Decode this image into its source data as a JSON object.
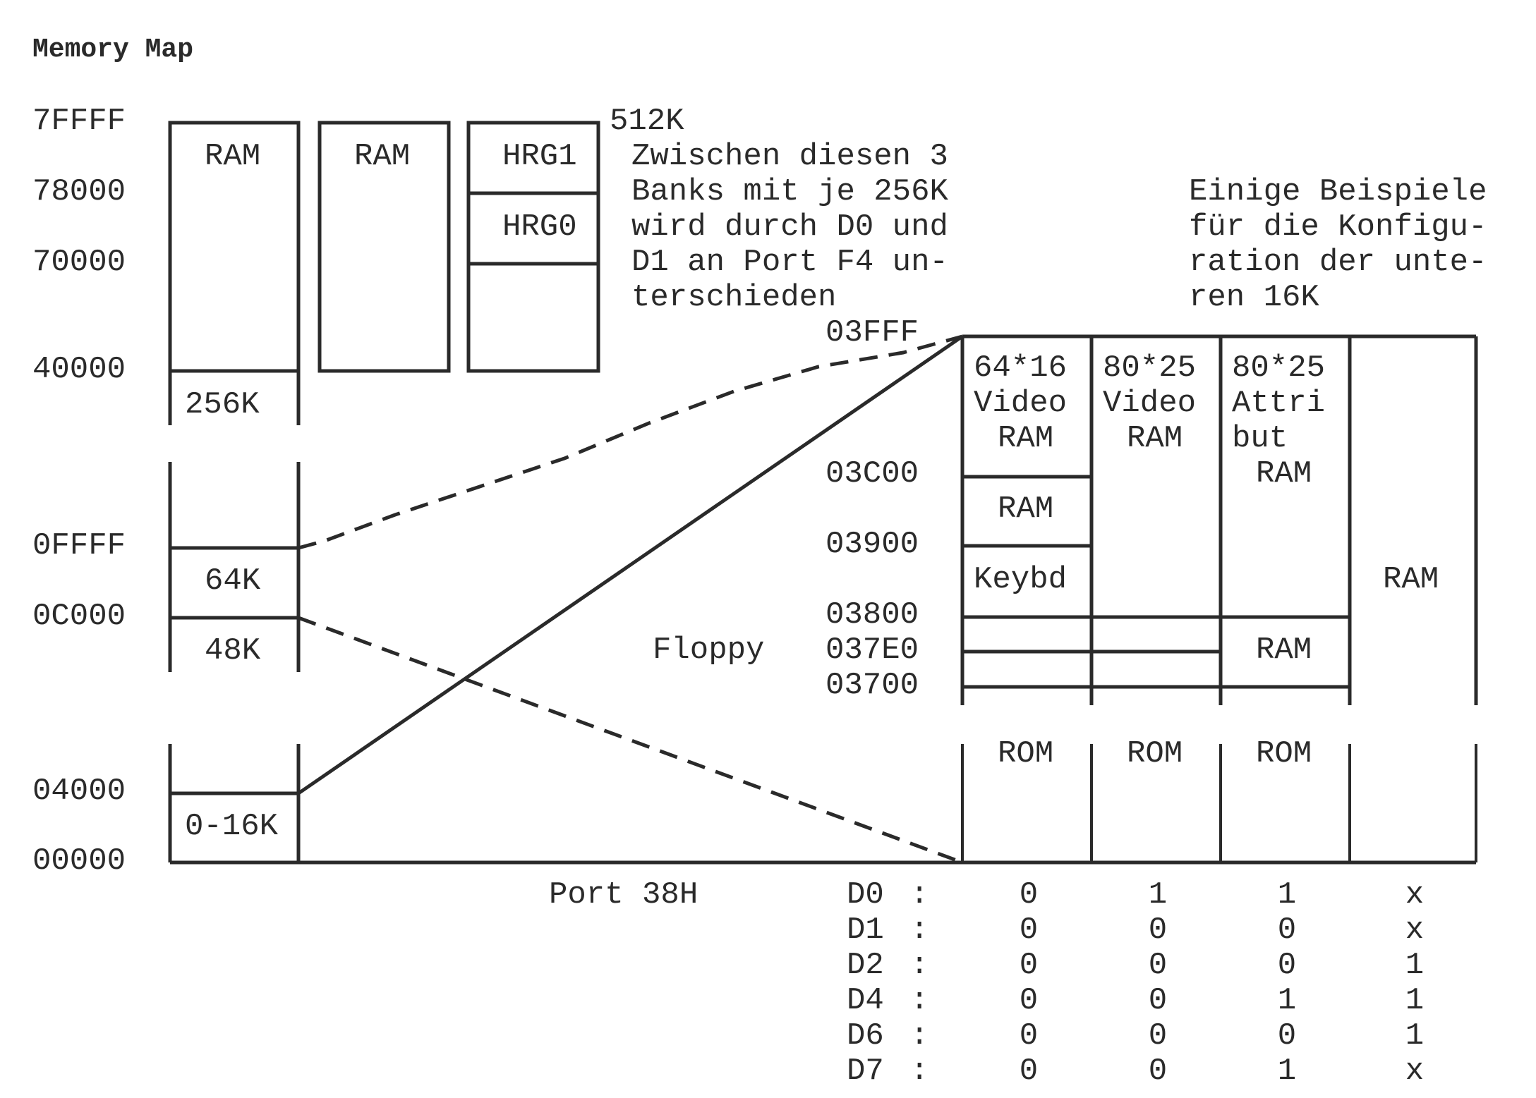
{
  "title": "Memory Map",
  "address_labels": {
    "a7FFFF": "7FFFF",
    "a78000": "78000",
    "a70000": "70000",
    "a40000": "40000",
    "a0FFFF": "0FFFF",
    "a0C000": "0C000",
    "a04000": "04000",
    "a00000": "00000"
  },
  "banks": {
    "bank0_label": "RAM",
    "bank0_lower": "256K",
    "bank1_label": "RAM",
    "bank2_hrg1": "HRG1",
    "bank2_hrg0": "HRG0",
    "top_size": "512K",
    "seg_64k": "64K",
    "seg_48k": "48K",
    "seg_0_16k": "0-16K"
  },
  "note_banks": [
    "Zwischen diesen 3",
    "Banks mit je 256K",
    "wird durch D0 und",
    "D1 an Port F4 un-",
    "terschieden"
  ],
  "note_config": [
    "Einige Beispiele",
    "für die Konfigu-",
    "ration der unte-",
    "ren 16K"
  ],
  "config_addresses": {
    "a03FFF": "03FFF",
    "a03C00": "03C00",
    "a03900": "03900",
    "a03800": "03800",
    "a037E0": "037E0",
    "a03700": "03700"
  },
  "floppy_label": "Floppy",
  "configs": [
    {
      "top": [
        "64*16",
        "Video",
        "RAM"
      ],
      "ram": "RAM",
      "keybd": "Keybd",
      "rom": "ROM"
    },
    {
      "top": [
        "80*25",
        "Video",
        "RAM"
      ],
      "rom": "ROM"
    },
    {
      "top": [
        "80*25",
        "Attri",
        "but",
        "RAM"
      ],
      "lower_ram": "RAM",
      "rom": "ROM"
    },
    {
      "full": "RAM"
    }
  ],
  "port": {
    "label": "Port 38H",
    "bits": [
      {
        "name": "D0",
        "values": [
          "0",
          "1",
          "1",
          "x"
        ]
      },
      {
        "name": "D1",
        "values": [
          "0",
          "0",
          "0",
          "x"
        ]
      },
      {
        "name": "D2",
        "values": [
          "0",
          "0",
          "0",
          "1"
        ]
      },
      {
        "name": "D4",
        "values": [
          "0",
          "0",
          "1",
          "1"
        ]
      },
      {
        "name": "D6",
        "values": [
          "0",
          "0",
          "0",
          "1"
        ]
      },
      {
        "name": "D7",
        "values": [
          "0",
          "0",
          "1",
          "x"
        ]
      }
    ]
  }
}
